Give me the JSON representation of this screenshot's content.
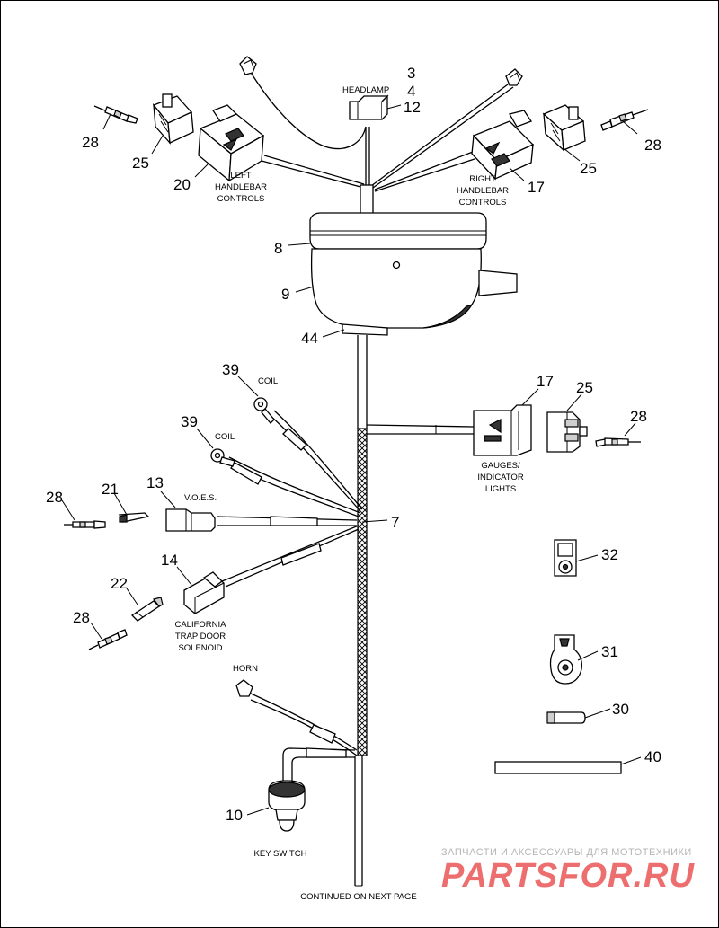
{
  "labels": {
    "headlamp": "HEADLAMP",
    "left_controls": [
      "LEFT",
      "HANDLEBAR",
      "CONTROLS"
    ],
    "right_controls": [
      "RIGHT",
      "HANDLEBAR",
      "CONTROLS"
    ],
    "coil_1": "COIL",
    "coil_2": "COIL",
    "voes": "V.O.E.S.",
    "gauges": [
      "GAUGES/",
      "INDICATOR",
      "LIGHTS"
    ],
    "california": [
      "CALIFORNIA",
      "TRAP DOOR",
      "SOLENOID"
    ],
    "horn": "HORN",
    "key_switch": "KEY SWITCH",
    "continued": "CONTINUED ON NEXT PAGE"
  },
  "callouts": {
    "n3": "3",
    "n4": "4",
    "n12": "12",
    "n28_tl": "28",
    "n25_tl": "25",
    "n20": "20",
    "n17_top": "17",
    "n25_tr": "25",
    "n28_tr": "28",
    "n8": "8",
    "n9": "9",
    "n44": "44",
    "n39_a": "39",
    "n39_b": "39",
    "n17_mid": "17",
    "n25_mid": "25",
    "n28_mid": "28",
    "n28_l": "28",
    "n21": "21",
    "n13": "13",
    "n7": "7",
    "n14": "14",
    "n22": "22",
    "n28_ll": "28",
    "n32": "32",
    "n31": "31",
    "n30": "30",
    "n40": "40",
    "n10": "10"
  },
  "watermark": {
    "caption": "ЗАПЧАСТИ И АКСЕССУАРЫ ДЛЯ МОТОТЕХНИКИ",
    "brand": "PARTSFOR.RU"
  }
}
